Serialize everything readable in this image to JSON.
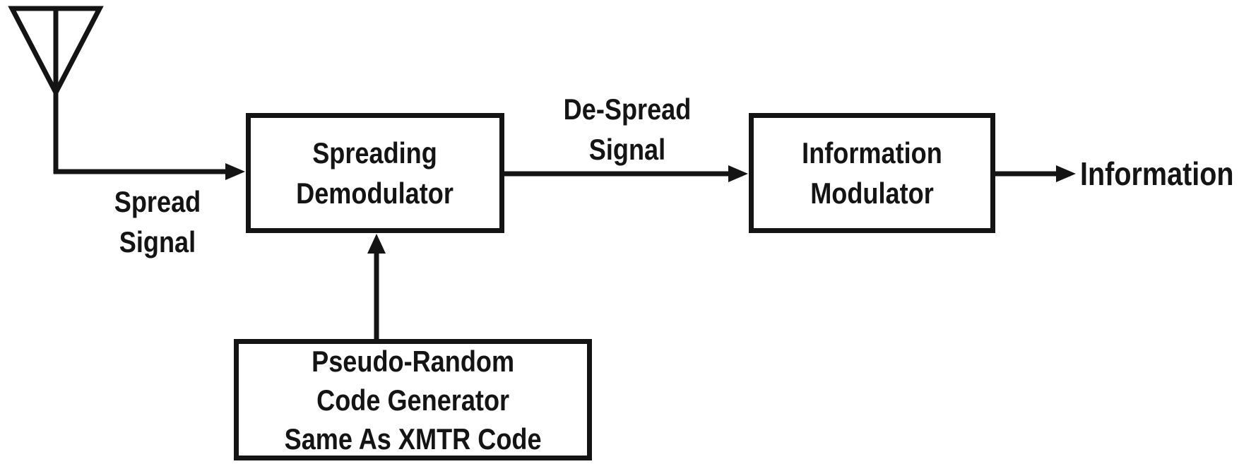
{
  "diagram": {
    "background_color": "#ffffff",
    "line_color": "#141414",
    "text_color": "#141414",
    "icons": {
      "antenna": "antenna-icon"
    },
    "nodes": {
      "spreading_demodulator": {
        "label": "Spreading\nDemodulator"
      },
      "information_modulator": {
        "label": "Information\nModulator"
      },
      "code_generator": {
        "label": "Pseudo-Random\nCode Generator\nSame As XMTR Code"
      }
    },
    "labels": {
      "spread_signal": "Spread\nSignal",
      "despread_signal": "De-Spread\nSignal",
      "information_out": "Information"
    }
  }
}
